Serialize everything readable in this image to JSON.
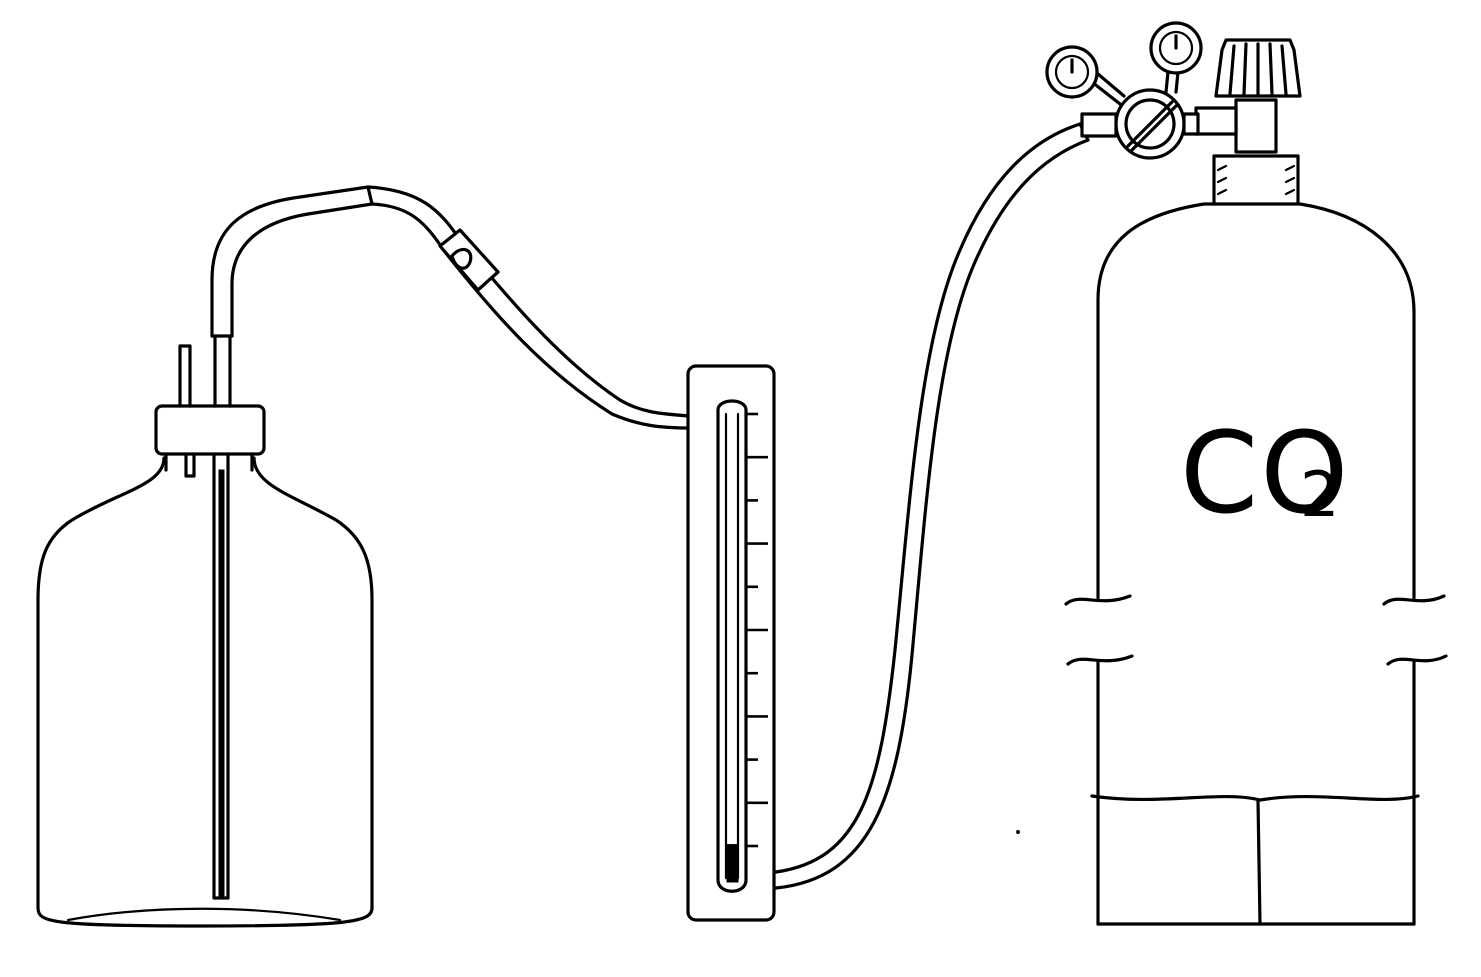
{
  "cylinder": {
    "label_main": "CO",
    "label_sub": "2"
  },
  "manometer": {
    "tick_count": 11,
    "fill_level_fraction": 0.08
  },
  "colors": {
    "ink": "#000000",
    "background": "#ffffff"
  }
}
